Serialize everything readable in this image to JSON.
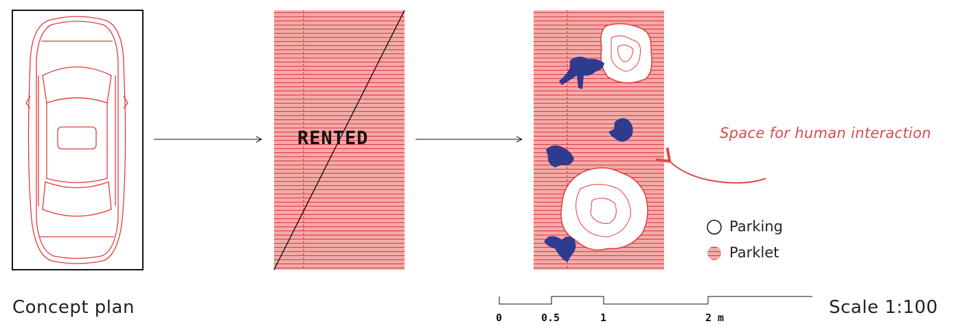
{
  "panels": {
    "concept_label": "Concept plan",
    "rented_label": "RENTED",
    "annotation": "Space for human interaction"
  },
  "legend": {
    "items": [
      {
        "label": "Parking"
      },
      {
        "label": "Parklet"
      }
    ]
  },
  "scale": {
    "title": "Scale 1:100",
    "ticks": [
      "0",
      "0.5",
      "1",
      "2 m"
    ]
  },
  "colors": {
    "line_red": "#e23a3a",
    "fill_pink": "#f4a9a9",
    "people_blue": "#2e3b8f"
  }
}
